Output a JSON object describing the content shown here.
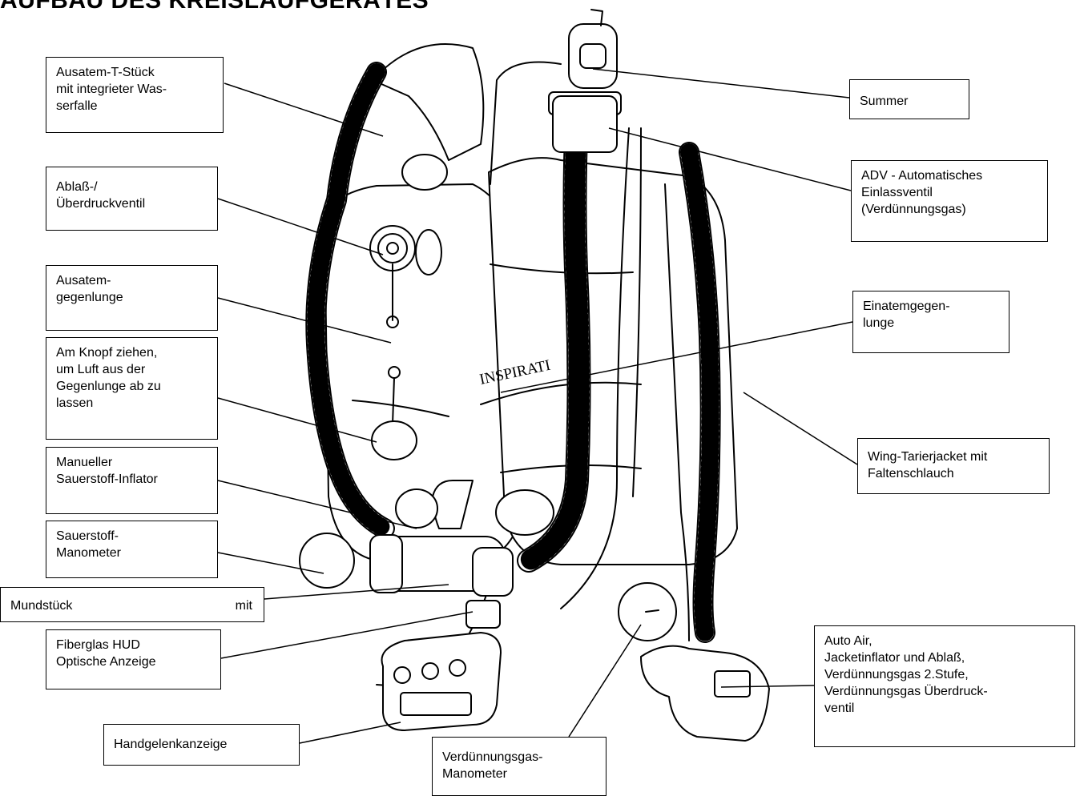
{
  "title": "AUFBAU DES KREISLAUFGERÄTES",
  "labels": {
    "ausatem_t_stueck": "Ausatem-T-Stück mit integrieter Was-serfalle",
    "ablass": "Ablaß-/ Überdruckventil",
    "ausatem_gegenlunge": "Ausatem-gegenlunge",
    "knopf": "Am Knopf ziehen, um Luft aus der Gegenlunge ab zu lassen",
    "inflator": "Manueller Sauerstoff-Inflator",
    "sauerstoff_manometer": "Sauerstoff-Manometer",
    "mundstueck_left": "Mundstück",
    "mundstueck_right": "mit",
    "hud": "Fiberglas HUD Optische Anzeige",
    "handgelenk": "Handgelenkanzeige",
    "summer": "Summer",
    "adv": "ADV - Automatisches Einlassventil (Verdünnungsgas)",
    "einatem": "Einatemgegen-lunge",
    "wing": "Wing-Tarierjacket mit Faltenschlauch",
    "auto_air": "Auto Air, Jacketinflator und Ablaß, Verdünnungsgas 2.Stufe, Verdünnungsgas Überdruck-ventil",
    "verduennungsgas_manometer": "Verdünnungsgas-Manometer"
  },
  "lines": {
    "ausatem_t_stueck_1": "Ausatem-T-Stück",
    "ausatem_t_stueck_2": "mit integrieter Was-",
    "ausatem_t_stueck_3": "serfalle",
    "ablass_1": "Ablaß-/",
    "ablass_2": "Überdruckventil",
    "ausatem_gegenlunge_1": "Ausatem-",
    "ausatem_gegenlunge_2": "gegenlunge",
    "knopf_1": "Am Knopf ziehen,",
    "knopf_2": "um Luft aus der",
    "knopf_3": "Gegenlunge ab zu",
    "knopf_4": "lassen",
    "inflator_1": "Manueller",
    "inflator_2": "Sauerstoff-Inflator",
    "sauerstoff_manometer_1": "Sauerstoff-",
    "sauerstoff_manometer_2": "Manometer",
    "hud_1": "Fiberglas HUD",
    "hud_2": "Optische Anzeige",
    "adv_1": "ADV - Automatisches",
    "adv_2": "Einlassventil",
    "adv_3": "(Verdünnungsgas)",
    "einatem_1": "Einatemgegen-",
    "einatem_2": "lunge",
    "wing_1": "Wing-Tarierjacket mit",
    "wing_2": "Faltenschlauch",
    "auto_air_1": "Auto Air,",
    "auto_air_2": "Jacketinflator und Ablaß,",
    "auto_air_3": "Verdünnungsgas 2.Stufe,",
    "auto_air_4": "Verdünnungsgas Überdruck-",
    "auto_air_5": "ventil",
    "verduennungsgas_manometer_1": "Verdünnungsgas-",
    "verduennungsgas_manometer_2": "Manometer"
  },
  "device_text": "INSPIRATI"
}
